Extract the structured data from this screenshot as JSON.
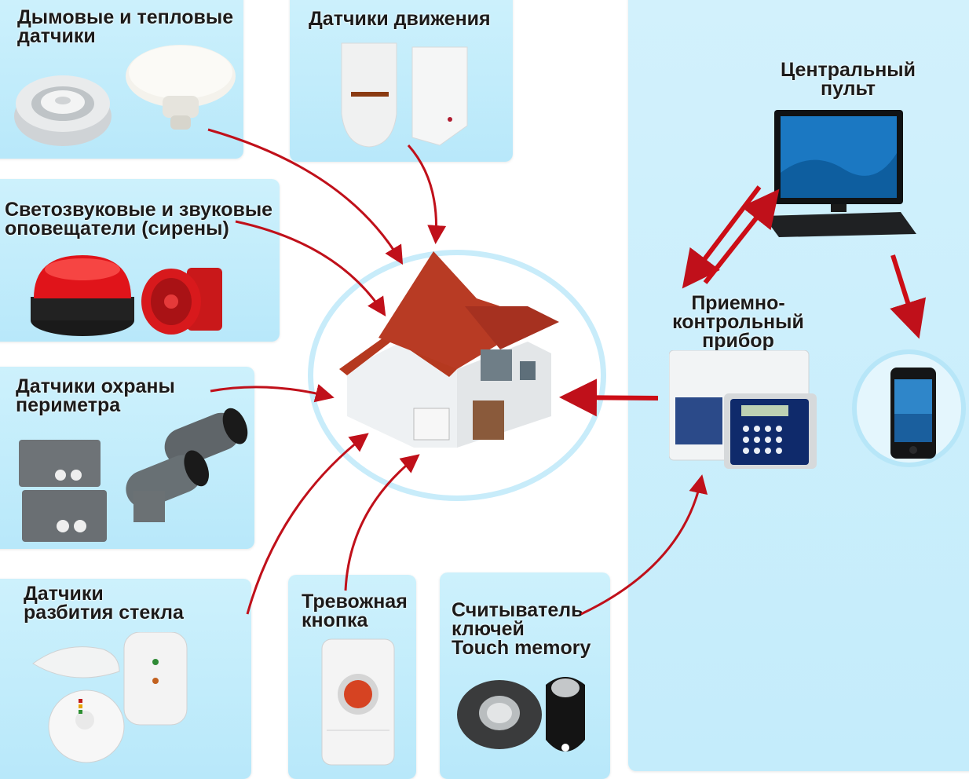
{
  "panels": {
    "smoke_heat": {
      "title_line1": "Дымовые и тепловые",
      "title_line2": "датчики"
    },
    "motion": {
      "title": "Датчики движения"
    },
    "sirens": {
      "title_line1": "Светозвуковые и звуковые",
      "title_line2": "оповещатели (сирены)"
    },
    "perimeter": {
      "title_line1": "Датчики охраны",
      "title_line2": "периметра"
    },
    "glass_break": {
      "title_line1": "Датчики",
      "title_line2": "разбития стекла"
    },
    "panic_button": {
      "title_line1": "Тревожная",
      "title_line2": "кнопка"
    },
    "touch_memory": {
      "title_line1": "Считыватель",
      "title_line2": "ключей",
      "title_line3": "Touch memory"
    }
  },
  "right_panel": {
    "central_console": {
      "line1": "Центральный",
      "line2": "пульт"
    },
    "control_panel": {
      "line1": "Приемно-",
      "line2": "контрольный",
      "line3": "прибор"
    }
  },
  "colors": {
    "panel_bg": "#c4ecfb",
    "arrow": "#c0101a",
    "roof": "#b53a26",
    "screen": "#1a7fc9"
  },
  "icons": [
    "smoke-detector-icon",
    "heat-detector-icon",
    "motion-sensor-icon",
    "strobe-siren-icon",
    "horn-siren-icon",
    "perimeter-box-icon",
    "beam-sensor-icon",
    "glass-break-sensor-icon",
    "panic-button-icon",
    "touch-reader-icon",
    "touch-key-icon",
    "house-icon",
    "computer-icon",
    "control-panel-icon",
    "smartphone-icon"
  ]
}
